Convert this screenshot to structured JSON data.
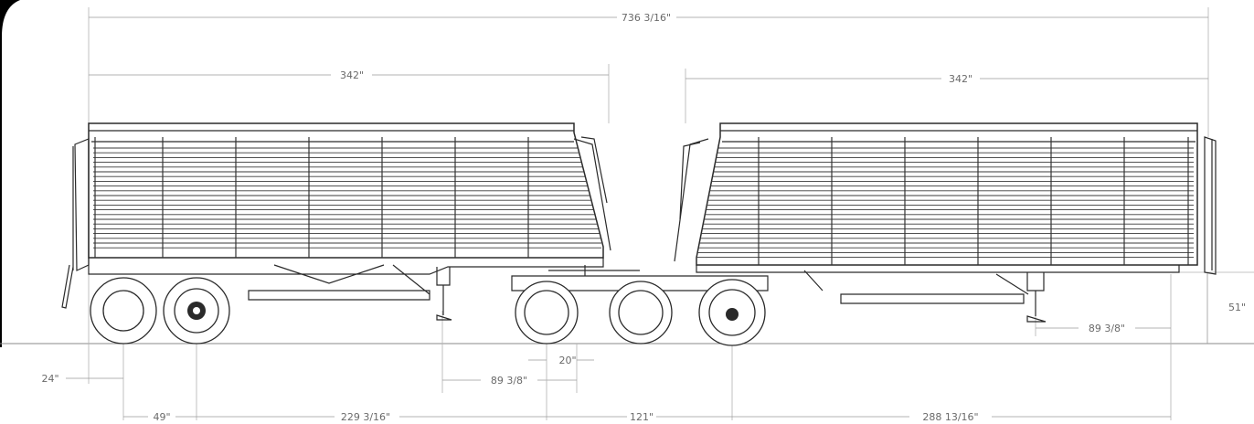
{
  "dimensions": {
    "overall_length": "736 3/16\"",
    "trailer1_body_length": "342\"",
    "trailer2_body_length": "342\"",
    "height": "51\"",
    "trailer2_landing_gear": "89 3/8\"",
    "trailer1_landing_gear": "89 3/8\"",
    "dolly_offset": "20\"",
    "front_overhang": "24\"",
    "axle_spread": "49\"",
    "trailer1_wheelbase": "229 3/16\"",
    "dolly_span": "121\"",
    "trailer2_wheelbase": "288 13/16\""
  },
  "colors": {
    "ink": "#2a2a2a",
    "dimension_line": "#9a9a9a",
    "ground": "#8a8a8a",
    "corner_tab": "#000000"
  }
}
